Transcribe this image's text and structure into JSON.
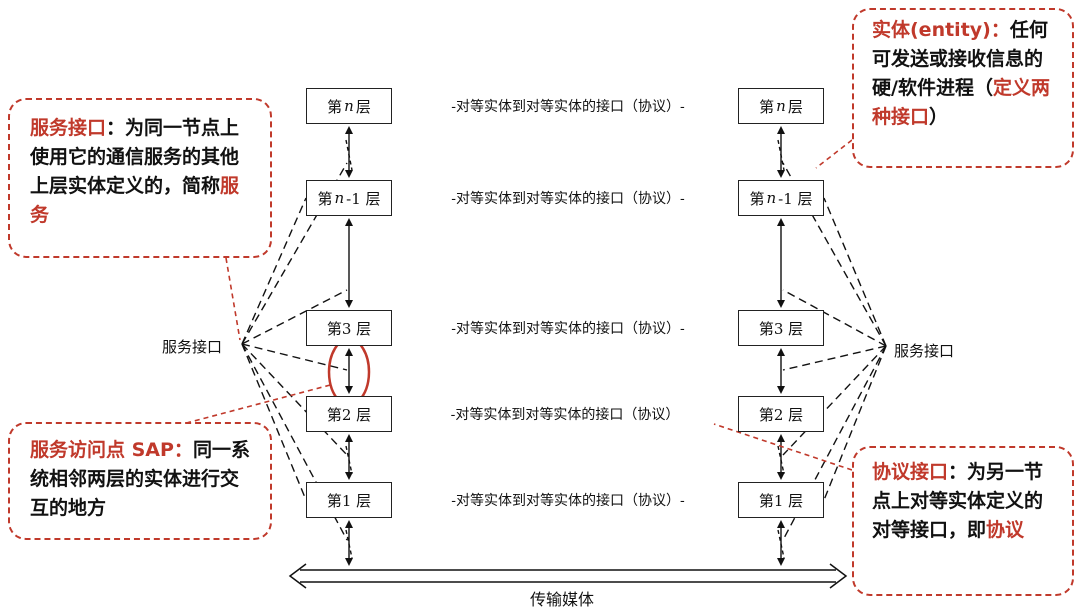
{
  "colors": {
    "accent_red": "#c0392b",
    "line": "#222222"
  },
  "layers": [
    {
      "prefix": "第",
      "var": "n",
      "suffix": "层"
    },
    {
      "prefix": "第",
      "var": "n",
      "suffix": "-1 层"
    },
    {
      "prefix": "第",
      "var": "",
      "suffix": " 3 层"
    },
    {
      "prefix": "第",
      "var": "",
      "suffix": " 2 层"
    },
    {
      "prefix": "第",
      "var": "",
      "suffix": " 1 层"
    }
  ],
  "peer_labels": [
    "-对等实体到对等实体的接口（协议）-",
    "-对等实体到对等实体的接口（协议）-",
    "-对等实体到对等实体的接口（协议）-",
    "-对等实体到对等实体的接口（协议）",
    "-对等实体到对等实体的接口（协议）-"
  ],
  "service_interface_left": "服务接口",
  "service_interface_right": "服务接口",
  "medium_label": "传输媒体",
  "callouts": {
    "service": {
      "title": "服务接口",
      "colon": "：为同一节点上使用它的通信服务的其他上层实体定义的，简称",
      "tail": "服务"
    },
    "sap": {
      "title": "服务访问点 SAP：",
      "body": "同一系统相邻两层的实体进行交互的地方"
    },
    "entity": {
      "title": "实体(entity)：",
      "body": "任何可发送或接收信息的硬/软件进程（",
      "highlight": "定义两种接口",
      "close": "）"
    },
    "protocol": {
      "title": "协议接口",
      "body": "：为另一节点上对等实体定义的对等接口，即",
      "highlight": "协议"
    }
  }
}
